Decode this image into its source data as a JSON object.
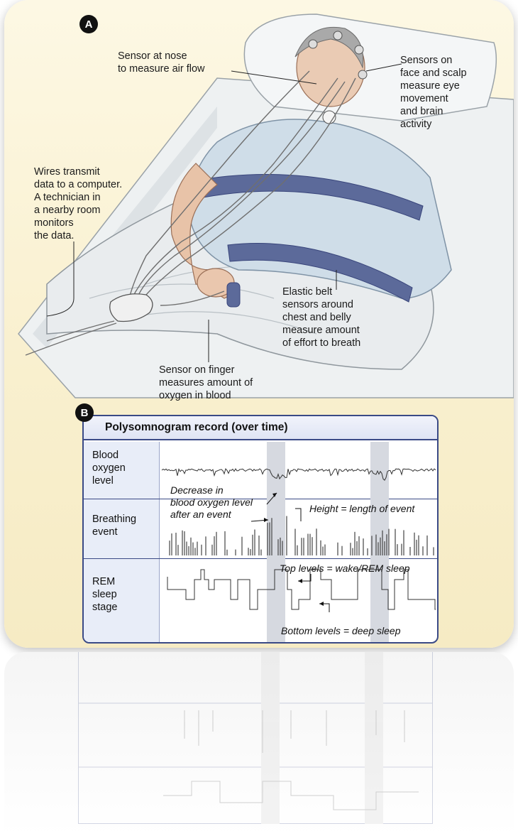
{
  "panel_a": {
    "badge": "A",
    "labels": {
      "nose": "Sensor at nose\nto measure air flow",
      "face": "Sensors on\nface and scalp\nmeasure eye\nmovement\nand brain\nactivity",
      "wires": "Wires transmit\ndata to a computer.\nA technician in\na nearby room\nmonitors\nthe data.",
      "belt": "Elastic belt\nsensors around\nchest and belly\nmeasure amount\nof effort to breath",
      "finger": "Sensor on finger\nmeasures amount of\noxygen in blood"
    }
  },
  "panel_b": {
    "badge": "B",
    "title": "Polysomnogram record (over time)",
    "rows": [
      {
        "label": "Blood\noxygen\nlevel"
      },
      {
        "label": "Breathing\nevent"
      },
      {
        "label": "REM\nsleep\nstage"
      }
    ],
    "annotations": {
      "decrease": "Decrease in\nblood oxygen level\nafter an event",
      "height": "Height = length of event",
      "top": "Top levels = wake/REM sleep",
      "bottom": "Bottom levels = deep sleep"
    }
  },
  "colors": {
    "background": "#f9f0cf",
    "chart_border": "#3a4a86",
    "belt": "#5c6a9a",
    "gown": "#cfdde8",
    "highlight_band": "#d6d9e0"
  }
}
